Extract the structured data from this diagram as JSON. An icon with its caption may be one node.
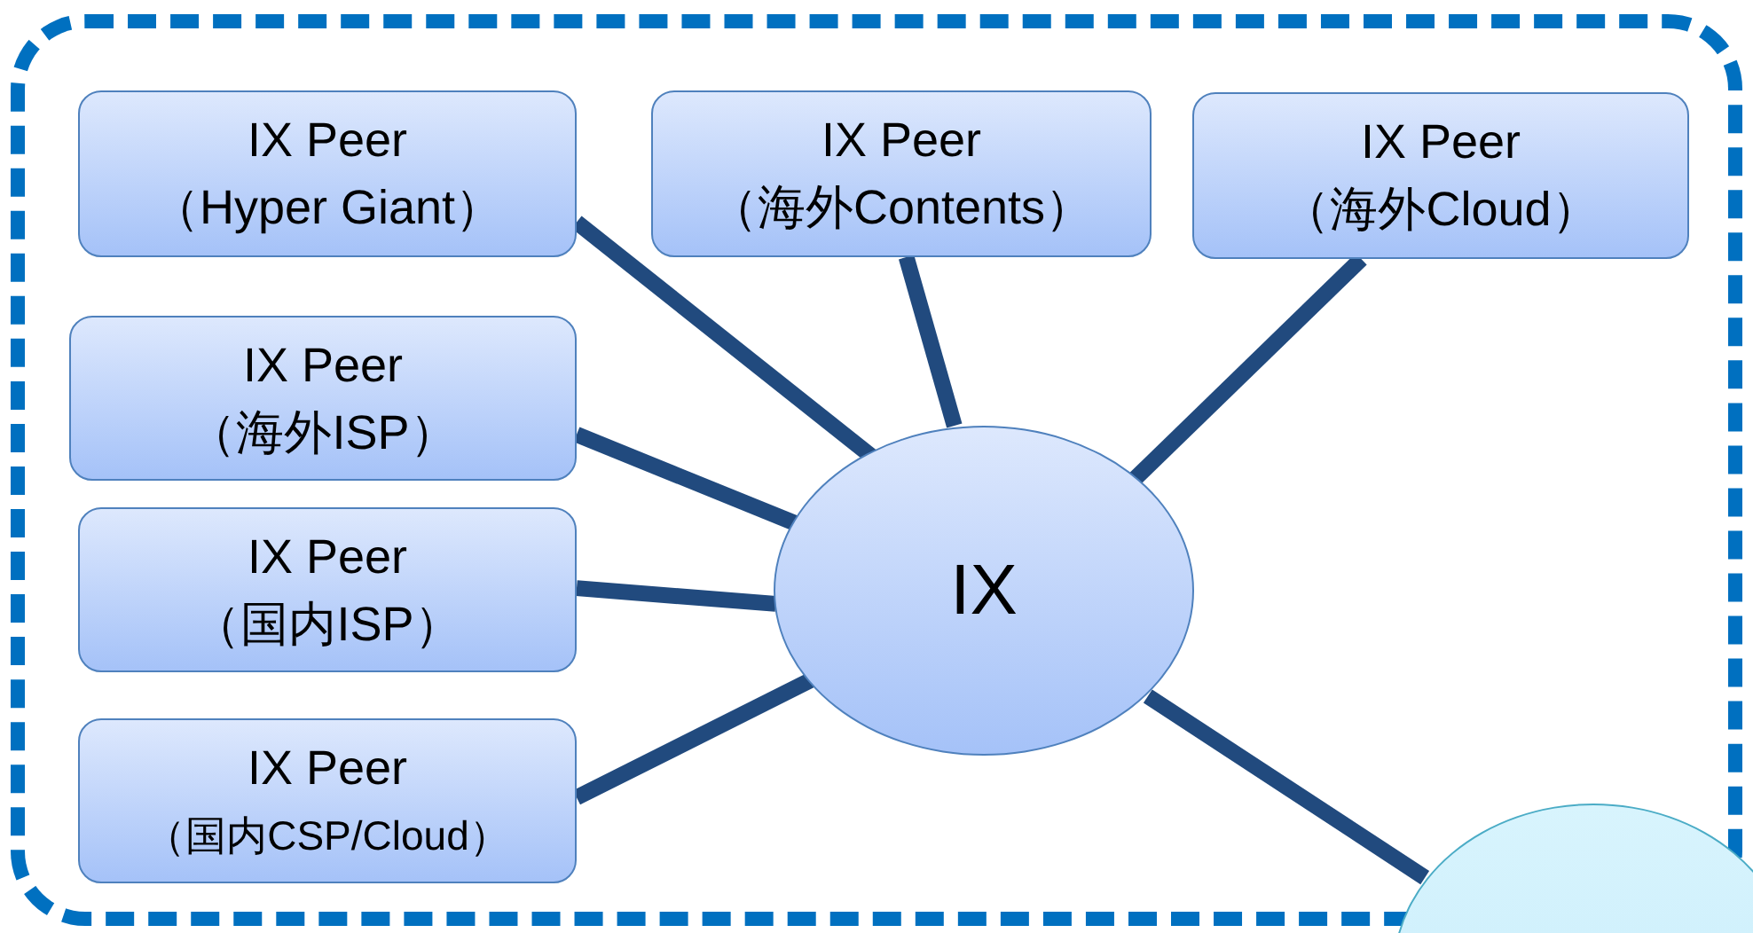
{
  "diagram": {
    "nodes": [
      {
        "text": [],
        "shape": "box"
      },
      {
        "text": [
          "IX Peer",
          "（Hyper Giant）"
        ],
        "in": 0
      },
      {
        "text": [
          "IX Peer",
          "（海外Contents）"
        ],
        "in": 0
      },
      {
        "text": [
          "IX Peer",
          "（海外Cloud）"
        ],
        "in": 0
      },
      {
        "text": [
          "IX Peer",
          "（海外ISP）"
        ],
        "in": 0
      },
      {
        "text": [
          "IX Peer",
          "（国内ISP）"
        ],
        "in": 0
      },
      {
        "text": [
          "IX Peer",
          "（国内CSP/Cloud）"
        ],
        "in": 0
      },
      {
        "text": [
          "IX"
        ],
        "in": 0
      },
      {
        "text": [],
        "shape": "circle"
      }
    ],
    "edges": [
      {
        "from": 1,
        "to": 7,
        "arrow": "none"
      },
      {
        "from": 2,
        "to": 7,
        "arrow": "none"
      },
      {
        "from": 3,
        "to": 7,
        "arrow": "none"
      },
      {
        "from": 4,
        "to": 7,
        "arrow": "none"
      },
      {
        "from": 5,
        "to": 7,
        "arrow": "none"
      },
      {
        "from": 6,
        "to": 7,
        "arrow": "none"
      },
      {
        "from": 7,
        "to": 8,
        "arrow": "none"
      }
    ]
  }
}
